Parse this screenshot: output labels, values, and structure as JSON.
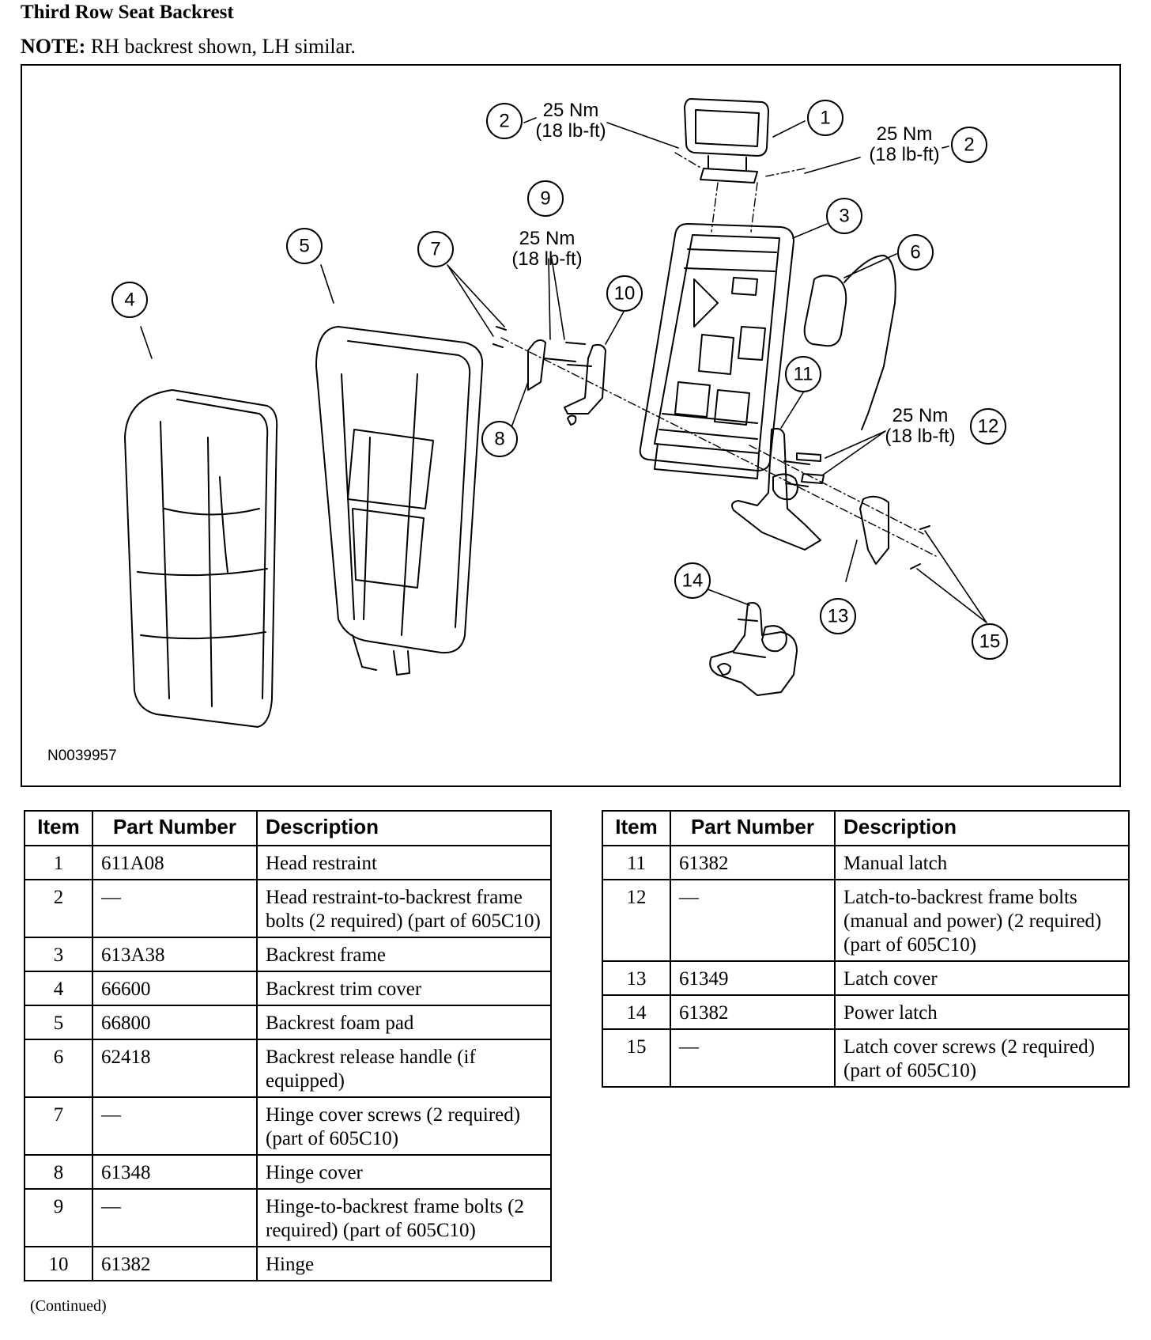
{
  "header": {
    "title": "Third Row Seat Backrest",
    "note_label": "NOTE:",
    "note_text": " RH backrest shown, LH similar."
  },
  "figure": {
    "figure_id": "N0039957",
    "callouts": [
      "1",
      "2",
      "2",
      "3",
      "4",
      "5",
      "6",
      "7",
      "8",
      "9",
      "10",
      "11",
      "12",
      "13",
      "14",
      "15"
    ],
    "torque": {
      "nm": "25 Nm",
      "lbft": "(18 lb-ft)"
    }
  },
  "table": {
    "headers": {
      "item": "Item",
      "part_number": "Part Number",
      "description": "Description"
    },
    "left_rows": [
      {
        "item": "1",
        "part": "611A08",
        "desc": "Head restraint"
      },
      {
        "item": "2",
        "part": "—",
        "desc": "Head restraint-to-backrest frame bolts (2 required) (part of 605C10)"
      },
      {
        "item": "3",
        "part": "613A38",
        "desc": "Backrest frame"
      },
      {
        "item": "4",
        "part": "66600",
        "desc": "Backrest trim cover"
      },
      {
        "item": "5",
        "part": "66800",
        "desc": "Backrest foam pad"
      },
      {
        "item": "6",
        "part": "62418",
        "desc": "Backrest release handle (if equipped)"
      },
      {
        "item": "7",
        "part": "—",
        "desc": "Hinge cover screws (2 required) (part of 605C10)"
      },
      {
        "item": "8",
        "part": "61348",
        "desc": "Hinge cover"
      },
      {
        "item": "9",
        "part": "—",
        "desc": "Hinge-to-backrest frame bolts (2 required) (part of 605C10)"
      },
      {
        "item": "10",
        "part": "61382",
        "desc": "Hinge"
      }
    ],
    "right_rows": [
      {
        "item": "11",
        "part": "61382",
        "desc": "Manual latch"
      },
      {
        "item": "12",
        "part": "—",
        "desc": "Latch-to-backrest frame bolts (manual and power) (2 required) (part of 605C10)"
      },
      {
        "item": "13",
        "part": "61349",
        "desc": "Latch cover"
      },
      {
        "item": "14",
        "part": "61382",
        "desc": "Power latch"
      },
      {
        "item": "15",
        "part": "—",
        "desc": "Latch cover screws (2 required) (part of 605C10)"
      }
    ],
    "continued": "(Continued)"
  }
}
